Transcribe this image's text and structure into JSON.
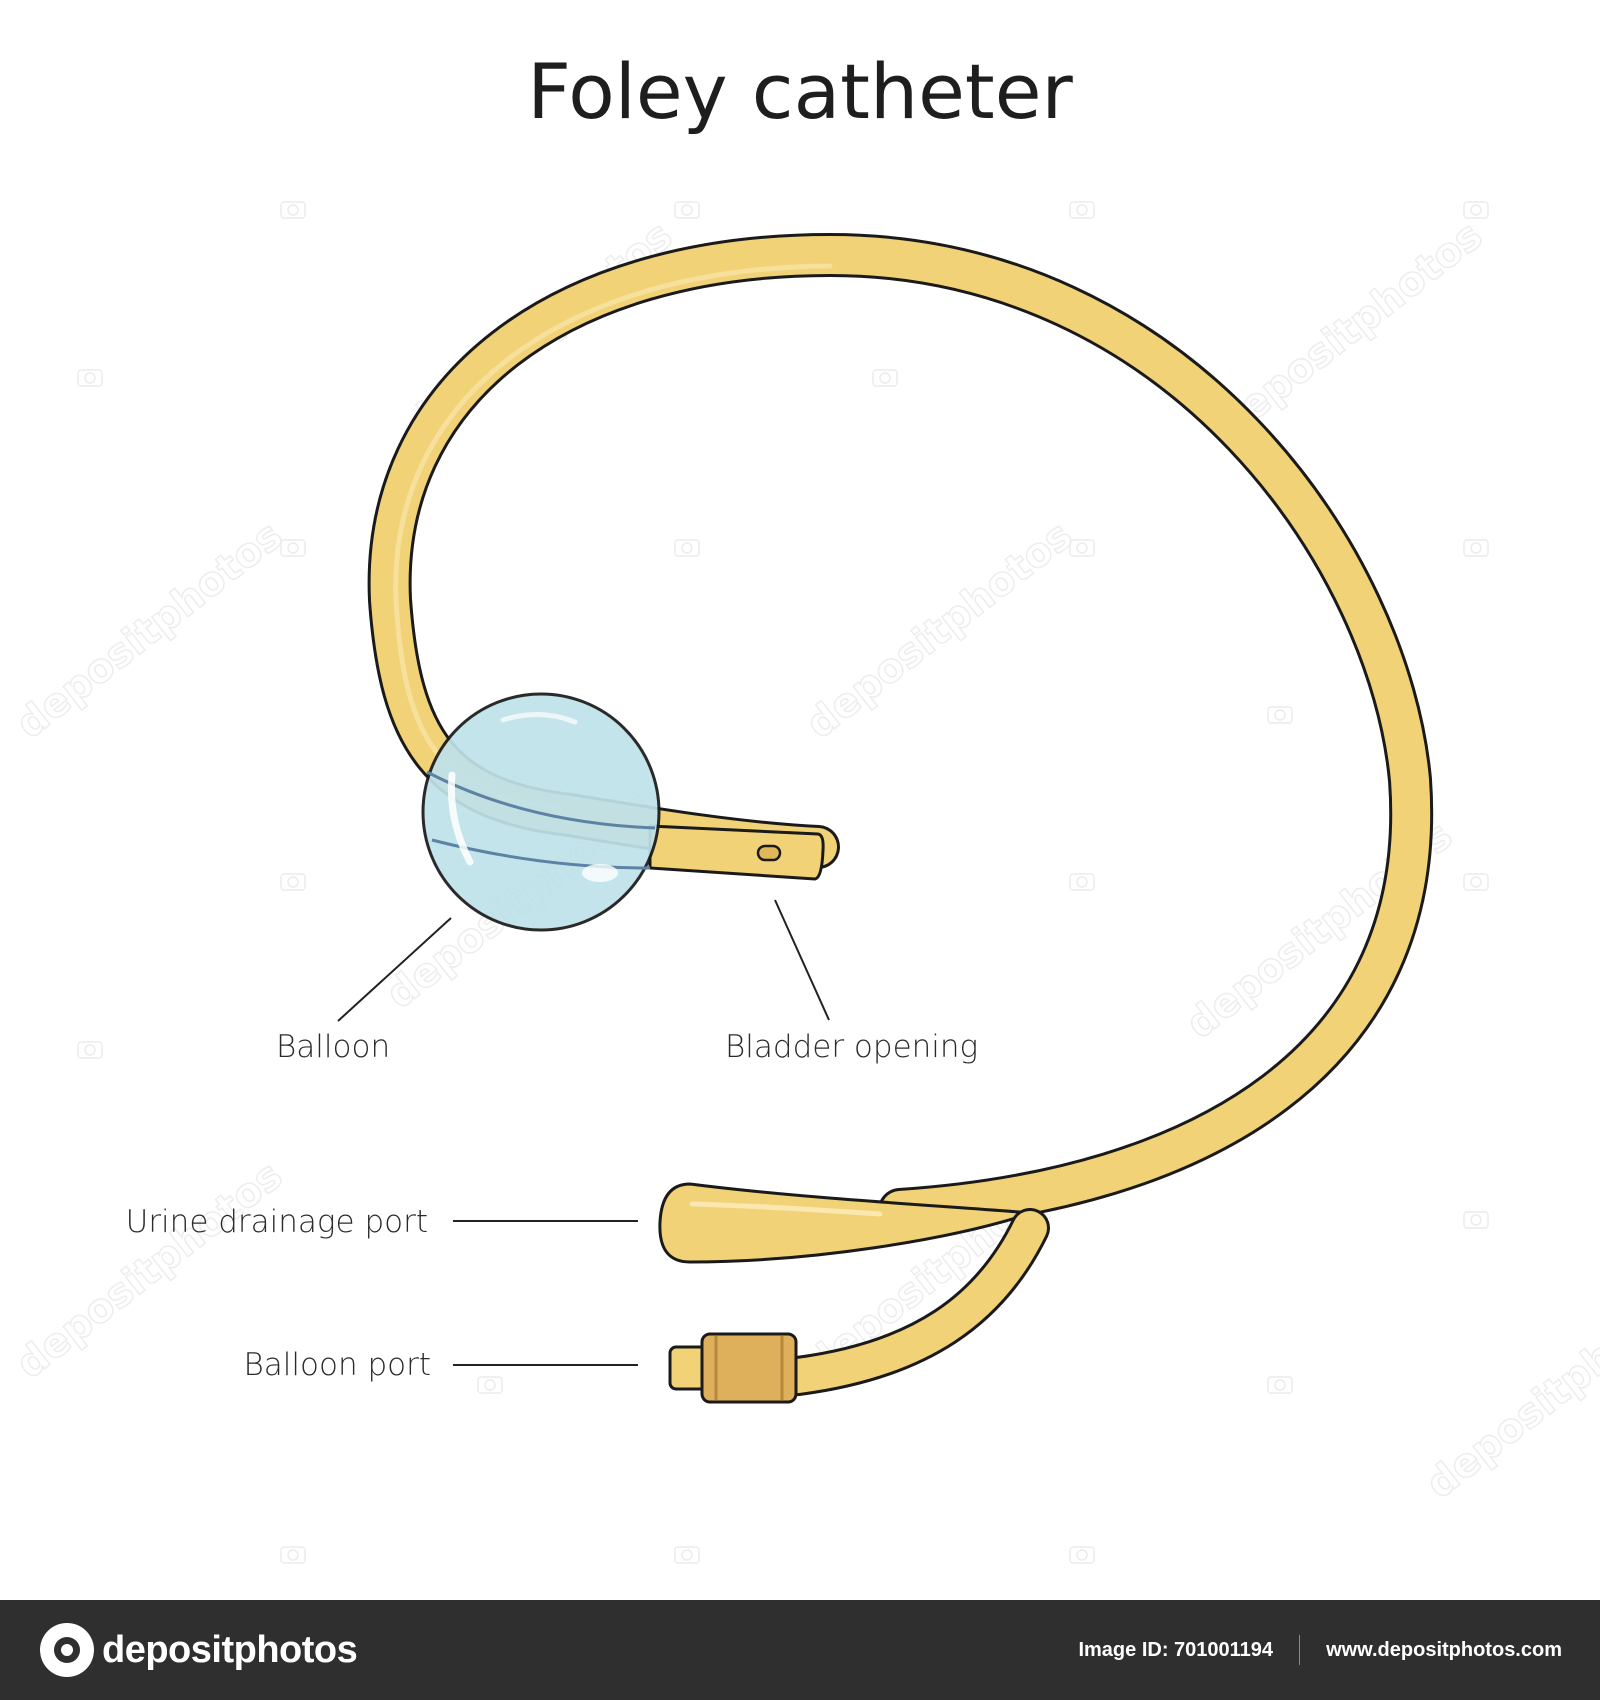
{
  "title": "Foley catheter",
  "labels": {
    "balloon": "Balloon",
    "bladder_opening": "Bladder opening",
    "urine_drainage_port": "Urine drainage port",
    "balloon_port": "Balloon port"
  },
  "watermark": {
    "text": "depositphotos"
  },
  "footer": {
    "brand": "depositphotos",
    "image_id": "Image ID: 701001194",
    "url": "www.depositphotos.com"
  },
  "colors": {
    "tube": "#f1d277",
    "tube_outline": "#1a1a1a",
    "balloon": "#bfe2ea",
    "connector": "#deb05c",
    "footer_bg": "#2f2f2f"
  }
}
